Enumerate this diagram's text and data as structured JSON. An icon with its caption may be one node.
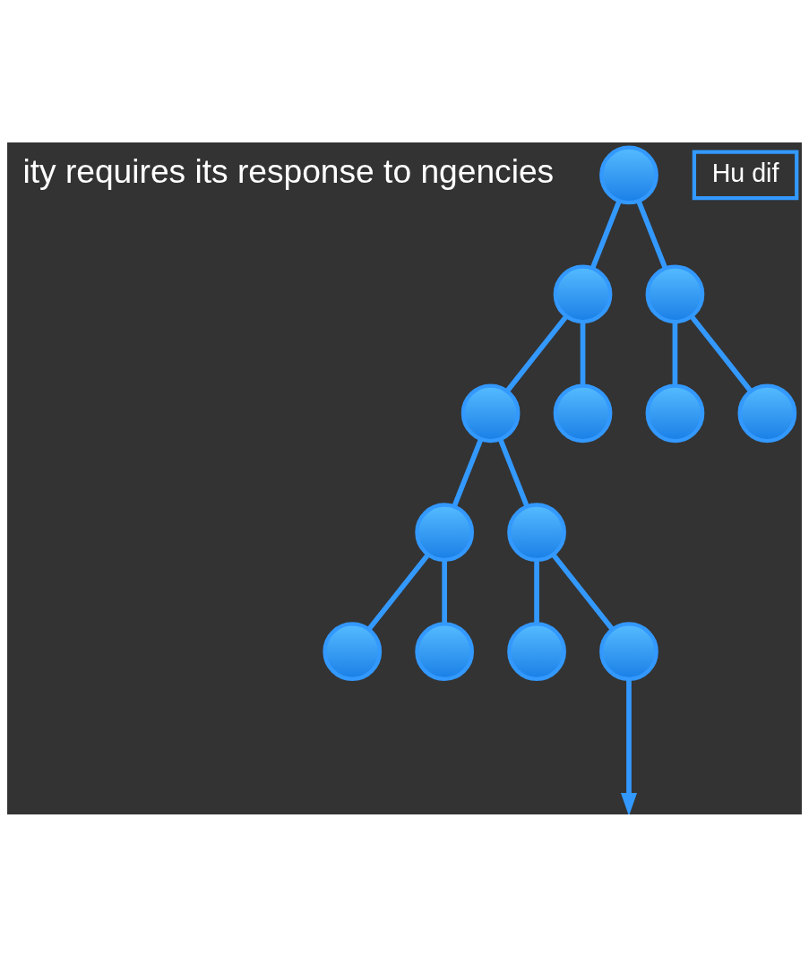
{
  "diagram": {
    "nodes": [
      {
        "text": [],
        "shape": "circle"
      },
      {
        "text": [],
        "shape": "circle"
      },
      {
        "text": [],
        "shape": "circle"
      },
      {
        "text": [],
        "shape": "circle"
      },
      {
        "text": [],
        "shape": "circle"
      },
      {
        "text": [],
        "shape": "circle"
      },
      {
        "text": [],
        "shape": "circle"
      },
      {
        "text": [],
        "shape": "circle"
      },
      {
        "text": [],
        "shape": "circle"
      },
      {
        "text": [],
        "shape": "circle"
      },
      {
        "text": [],
        "shape": "circle"
      },
      {
        "text": [],
        "shape": "circle"
      },
      {
        "text": [],
        "shape": "circle"
      },
      {
        "text": [
          "Hu dif"
        ]
      }
    ],
    "edges": [
      {
        "from": 0,
        "to": 1,
        "arrow": "none"
      },
      {
        "from": 0,
        "to": 2,
        "arrow": "none"
      },
      {
        "from": 1,
        "to": 3,
        "arrow": "none"
      },
      {
        "from": 1,
        "to": 4,
        "arrow": "none"
      },
      {
        "from": 2,
        "to": 5,
        "arrow": "none"
      },
      {
        "from": 2,
        "to": 6,
        "arrow": "none"
      },
      {
        "from": 3,
        "to": 7,
        "arrow": "none"
      },
      {
        "from": 3,
        "to": 8,
        "arrow": "none"
      },
      {
        "from": 7,
        "to": 9,
        "arrow": "none"
      },
      {
        "from": 7,
        "to": 10,
        "arrow": "none"
      },
      {
        "from": 8,
        "to": 11,
        "arrow": "none"
      },
      {
        "from": 8,
        "to": 12,
        "arrow": "none"
      },
      {
        "from": 12,
        "to": null,
        "arrow": "to"
      }
    ],
    "labels": [
      "ity requires its response to ngencies"
    ]
  }
}
